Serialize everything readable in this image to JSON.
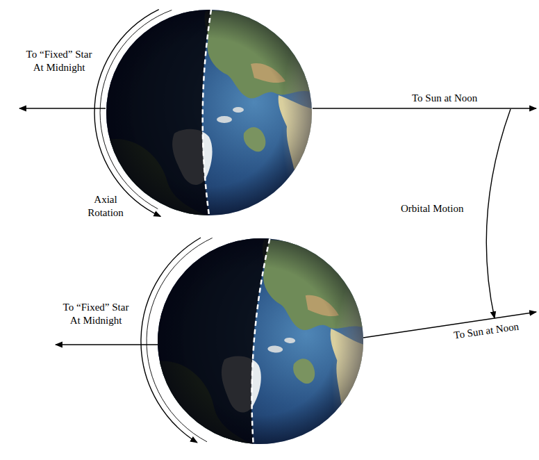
{
  "diagram": {
    "labels": [
      "To “Fixed” Star At Midnight",
      "Axial Rotation",
      "To Sun at Noon",
      "Orbital Motion",
      "To “Fixed” Star At Midnight",
      "To Sun at Noon"
    ]
  }
}
